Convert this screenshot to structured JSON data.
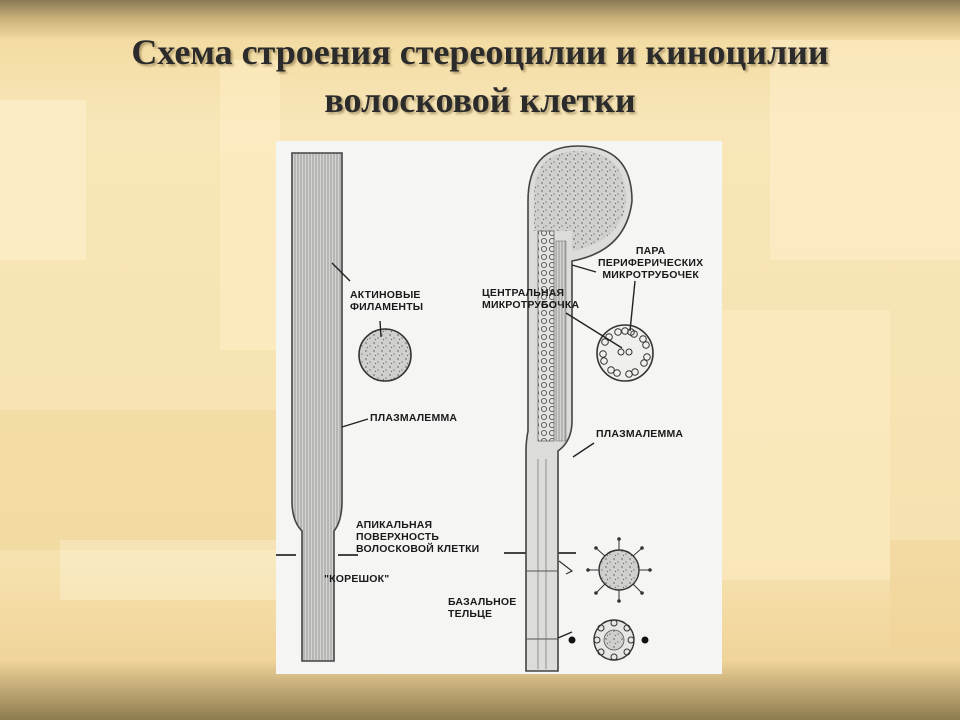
{
  "slide": {
    "title_line1": "Схема строения стереоцилии и киноцилии",
    "title_line2": "волосковой клетки"
  },
  "diagram": {
    "labels": {
      "actin_filaments_1": "АКТИНОВЫЕ",
      "actin_filaments_2": "ФИЛАМЕНТЫ",
      "plasmalemma_left": "ПЛАЗМАЛЕММА",
      "apical_surface_1": "АПИКАЛЬНАЯ",
      "apical_surface_2": "ПОВЕРХНОСТЬ",
      "apical_surface_3": "ВОЛОСКОВОЙ КЛЕТКИ",
      "rootlet": "\"КОРЕШОК\"",
      "central_microtubule_1": "ЦЕНТРАЛЬНАЯ",
      "central_microtubule_2": "МИКРОТРУБОЧКА",
      "peripheral_pair_1": "ПАРА",
      "peripheral_pair_2": "ПЕРИФЕРИЧЕСКИХ",
      "peripheral_pair_3": "МИКРОТРУБОЧЕК",
      "plasmalemma_right": "ПЛАЗМАЛЕММА",
      "basal_body_1": "БАЗАЛЬНОЕ",
      "basal_body_2": "ТЕЛЬЦЕ"
    }
  }
}
